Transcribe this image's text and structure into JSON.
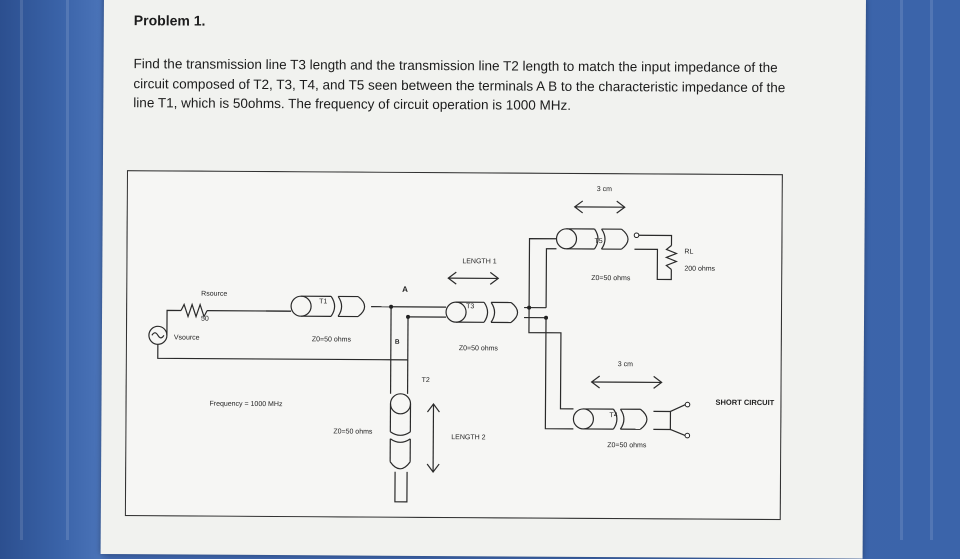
{
  "problem": {
    "title": "Problem 1.",
    "text": "Find the transmission line T3 length and the transmission line T2 length to match the input impedance of the circuit composed of T2, T3, T4, and T5 seen between the terminals  A B to the characteristic impedance of the line T1, which is 50ohms. The frequency of circuit operation is 1000 MHz."
  },
  "diagram": {
    "rsource_label": "Rsource",
    "rsource_value": "50",
    "vsource_label": "Vsource",
    "frequency_label": "Frequency = 1000 MHz",
    "t1_label": "T1",
    "t1_z0": "Z0=50 ohms",
    "t2_label": "T2",
    "t2_z0": "Z0=50 ohms",
    "t3_label": "T3",
    "t3_z0": "Z0=50 ohms",
    "t4_label": "T4",
    "t4_z0": "Z0=50 ohms",
    "t5_label": "T5",
    "t5_z0": "Z0=50 ohms",
    "node_a": "A",
    "node_b": "B",
    "length1_label": "LENGTH 1",
    "length2_label": "LENGTH 2",
    "t4_length": "3 cm",
    "t5_length": "3 cm",
    "rl_label": "RL",
    "rl_value": "200 ohms",
    "short_label": "SHORT CIRCUIT"
  }
}
